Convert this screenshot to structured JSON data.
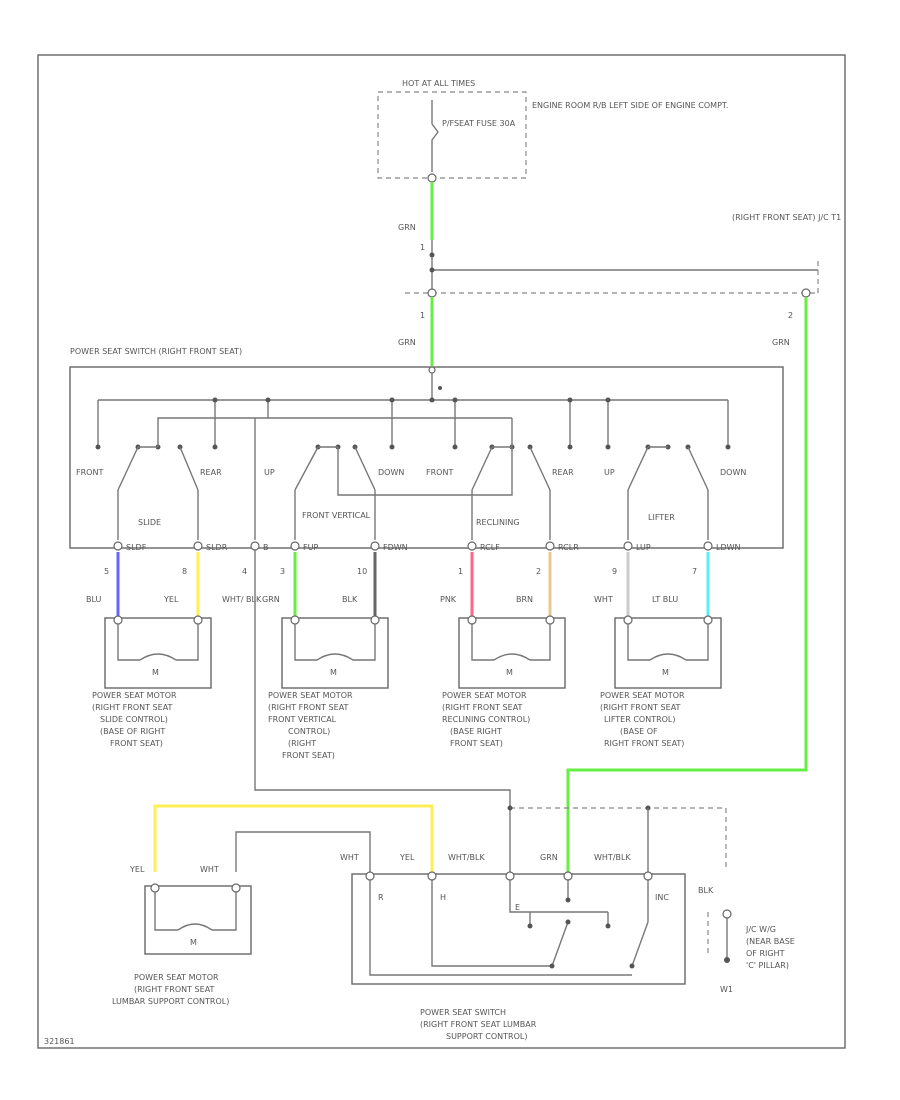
{
  "source": {
    "hot_at": "HOT AT ALL TIMES",
    "fuse_label": "P/FSEAT FUSE 30A",
    "location": "ENGINE ROOM R/B LEFT SIDE OF ENGINE COMPT."
  },
  "jc": {
    "label": "(RIGHT FRONT SEAT) J/C T1",
    "pin_top": "1",
    "pin_mid": "1",
    "pin_right": "2"
  },
  "wire_colors": {
    "grn": "GRN",
    "blu": "BLU",
    "yel": "YEL",
    "wht_blk": "WHT/ BLK",
    "blk": "BLK",
    "pnk": "PNK",
    "brn": "BRN",
    "wht": "WHT",
    "lt_blu": "LT BLU",
    "wht_blk2": "WHT/BLK"
  },
  "switch": {
    "title": "POWER SEAT SWITCH (RIGHT FRONT SEAT)",
    "sections": [
      "SLIDE",
      "FRONT VERTICAL",
      "RECLINING",
      "LIFTER"
    ],
    "directions": [
      "FRONT",
      "REAR",
      "UP",
      "DOWN",
      "FRONT",
      "REAR",
      "UP",
      "DOWN"
    ],
    "terminals": [
      "SLDF",
      "SLDR",
      "B",
      "FUP",
      "FDWN",
      "RCLF",
      "RCLR",
      "LUP",
      "LDWN"
    ],
    "pins": [
      "5",
      "8",
      "4",
      "3",
      "10",
      "1",
      "2",
      "9",
      "7"
    ]
  },
  "motors": [
    "POWER SEAT MOTOR (RIGHT FRONT SEAT SLIDE CONTROL) (BASE OF RIGHT FRONT SEAT)",
    "POWER SEAT MOTOR (RIGHT FRONT SEAT FRONT VERTICAL CONTROL) (RIGHT FRONT SEAT)",
    "POWER SEAT MOTOR (RIGHT FRONT SEAT RECLINING CONTROL) (BASE RIGHT FRONT SEAT)",
    "POWER SEAT MOTOR (RIGHT FRONT SEAT LIFTER CONTROL) (BASE OF RIGHT FRONT SEAT)"
  ],
  "motor_label_lines": [
    [
      "POWER SEAT MOTOR",
      "(RIGHT FRONT SEAT",
      "SLIDE CONTROL)",
      "(BASE OF RIGHT",
      "FRONT SEAT)"
    ],
    [
      "POWER SEAT MOTOR",
      "(RIGHT FRONT SEAT",
      "FRONT VERTICAL",
      "CONTROL)",
      "(RIGHT",
      "FRONT SEAT)"
    ],
    [
      "POWER SEAT MOTOR",
      "(RIGHT FRONT SEAT",
      "RECLINING CONTROL)",
      "(BASE RIGHT",
      "FRONT SEAT)"
    ],
    [
      "POWER SEAT MOTOR",
      "(RIGHT FRONT SEAT",
      "LIFTER CONTROL)",
      "(BASE OF",
      "RIGHT FRONT SEAT)"
    ]
  ],
  "lumbar_motor": [
    "POWER SEAT MOTOR",
    "(RIGHT FRONT SEAT",
    "LUMBAR SUPPORT CONTROL)"
  ],
  "lumbar_switch": [
    "POWER SEAT SWITCH",
    "(RIGHT FRONT SEAT LUMBAR",
    "SUPPORT CONTROL)"
  ],
  "lumbar_terminals": {
    "r": "R",
    "h": "H",
    "e": "E",
    "inc": "INC",
    "wht": "WHT",
    "yel": "YEL",
    "grn": "GRN"
  },
  "ground": {
    "label": "J/C W/G (NEAR BASE OF RIGHT 'C' PILLAR)",
    "lines": [
      "J/C W/G",
      "(NEAR BASE",
      "OF RIGHT",
      "'C' PILLAR)"
    ],
    "id": "W1"
  },
  "motor_symbol": "M",
  "corner_code": "321861",
  "colors": {
    "grn": "#66ee44",
    "blu": "#6666ff",
    "yel": "#ffee55",
    "wht": "#cccccc",
    "blk": "#666666",
    "pnk": "#ff6688",
    "brn": "#e8c890",
    "ltblu": "#55eeff"
  }
}
